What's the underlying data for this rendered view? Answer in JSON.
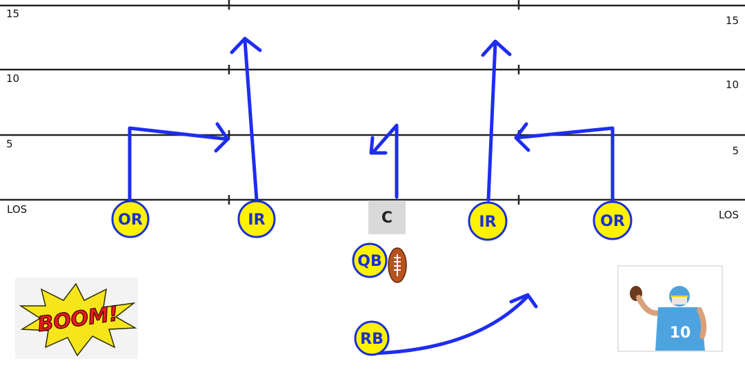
{
  "yard_labels": {
    "left": [
      "15",
      "10",
      "5"
    ],
    "right": [
      "15",
      "10",
      "5"
    ],
    "los_left": "LOS",
    "los_right": "LOS"
  },
  "players": {
    "or_left": "OR",
    "ir_left": "IR",
    "center": "C",
    "ir_right": "IR",
    "or_right": "OR",
    "qb": "QB",
    "rb": "RB"
  },
  "sticker": {
    "text": "BOOM!"
  },
  "colors": {
    "route": "#1f2df0",
    "player_fill": "#fff200",
    "player_outline": "#1a2fd6",
    "center_fill": "#d9d9d9",
    "jersey": "#4da3e0"
  },
  "icons": {
    "ball": "football-icon",
    "photo": "quarterback-photo",
    "sticker": "boom-sticker"
  }
}
